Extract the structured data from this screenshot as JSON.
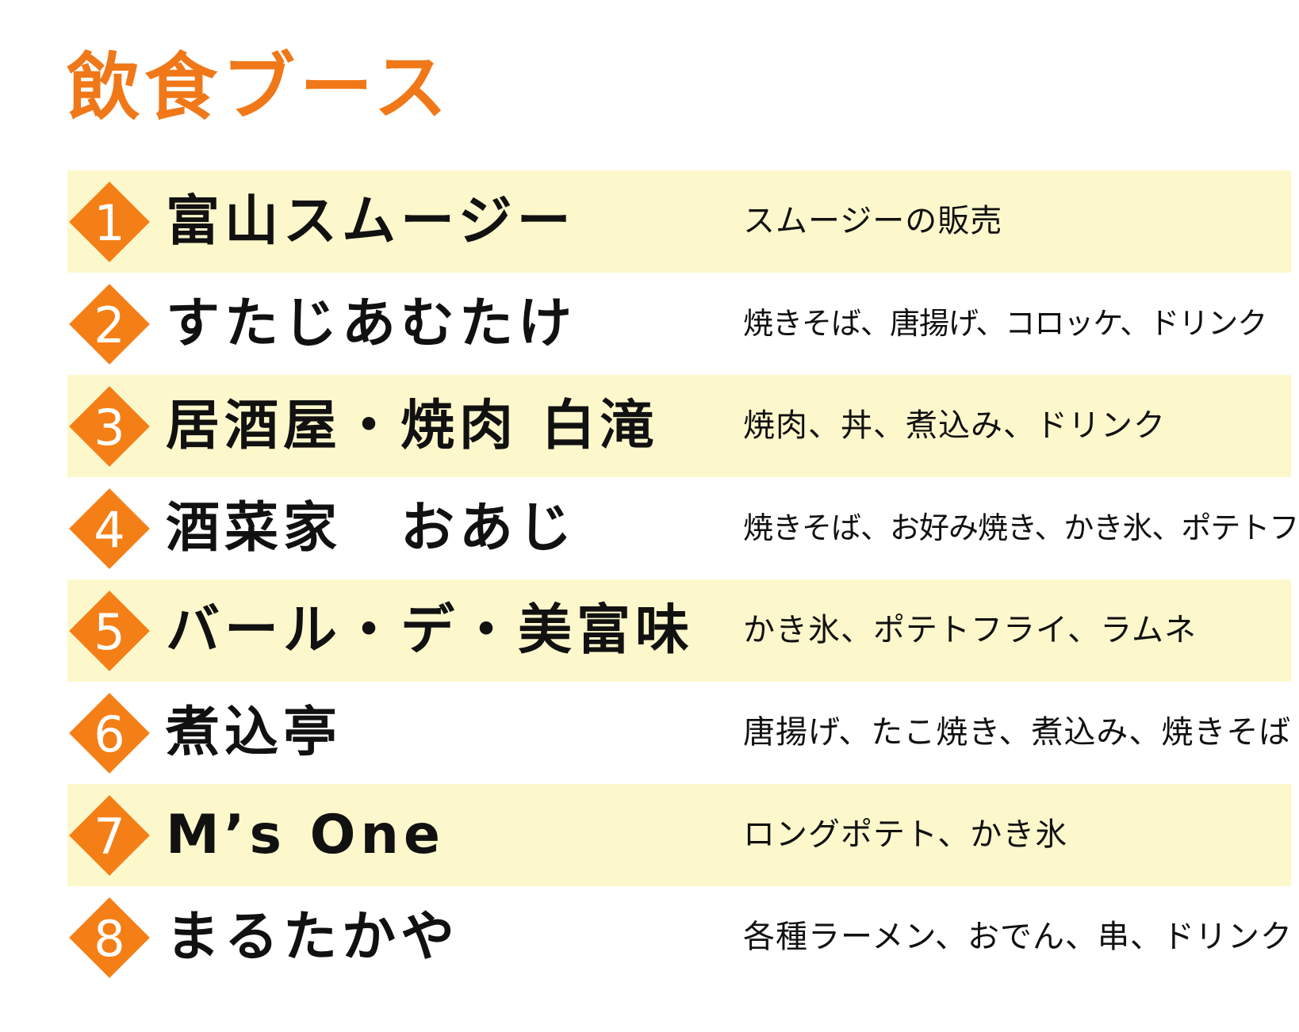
{
  "title": "飲食ブース",
  "colors": {
    "accent": "#f57f17",
    "title": "#f07818",
    "row_shade": "#fdf8cc"
  },
  "booths": [
    {
      "number": "1",
      "name": "富山スムージー",
      "items": "スムージーの販売"
    },
    {
      "number": "2",
      "name": "すたじあむたけ",
      "items": "焼きそば、唐揚げ、コロッケ、ドリンク"
    },
    {
      "number": "3",
      "name": "居酒屋・焼肉 白滝",
      "items": "焼肉、丼、煮込み、ドリンク"
    },
    {
      "number": "4",
      "name": "酒菜家　おあじ",
      "items": "焼きそば、お好み焼き、かき氷、ポテトフライ"
    },
    {
      "number": "5",
      "name": "バール・デ・美富味",
      "items": "かき氷、ポテトフライ、ラムネ"
    },
    {
      "number": "6",
      "name": "煮込亭",
      "items": "唐揚げ、たこ焼き、煮込み、焼きそば"
    },
    {
      "number": "7",
      "name": "M’s One",
      "items": "ロングポテト、かき氷"
    },
    {
      "number": "8",
      "name": "まるたかや",
      "items": "各種ラーメン、おでん、串、ドリンク"
    }
  ]
}
